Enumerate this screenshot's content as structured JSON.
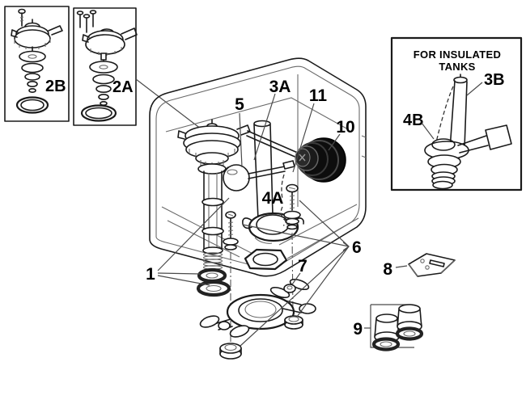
{
  "page": {
    "background": "#ffffff",
    "kind": "exploded-parts-diagram",
    "subject": "toilet tank fill valve and flush valve repair parts"
  },
  "colors": {
    "ink": "#1a1a1a",
    "soft_line": "#6a6a6a",
    "leader": "#4a4a4a",
    "float_dark": "#0d0d0d"
  },
  "insets": {
    "kit_b": {
      "label": "2B"
    },
    "kit_a": {
      "label": "2A"
    },
    "insulated": {
      "title_line1": "FOR INSULATED",
      "title_line2": "TANKS",
      "tube_label": "3B",
      "flapper_label": "4B"
    }
  },
  "callouts": {
    "shank_washers": "1",
    "overflow_tube": "3A",
    "flapper": "4A",
    "riser": "5",
    "tank_bolts": "6",
    "wing_nut": "7",
    "trip_block": "8",
    "bolt_caps": "9",
    "float_ball": "10",
    "refill_tube": "11"
  }
}
